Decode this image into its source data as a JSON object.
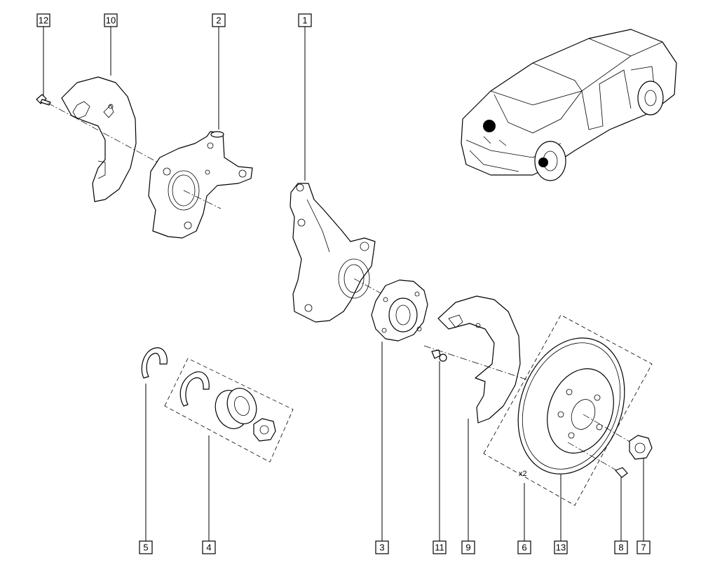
{
  "callouts": {
    "c1": "1",
    "c2": "2",
    "c3": "3",
    "c4": "4",
    "c5": "5",
    "c6": "6",
    "c7": "7",
    "c8": "8",
    "c9": "9",
    "c10": "10",
    "c11": "11",
    "c12": "12",
    "c13": "13"
  },
  "annotations": {
    "quantity": "x2"
  },
  "icons": {
    "car": "sedan-car-icon"
  }
}
